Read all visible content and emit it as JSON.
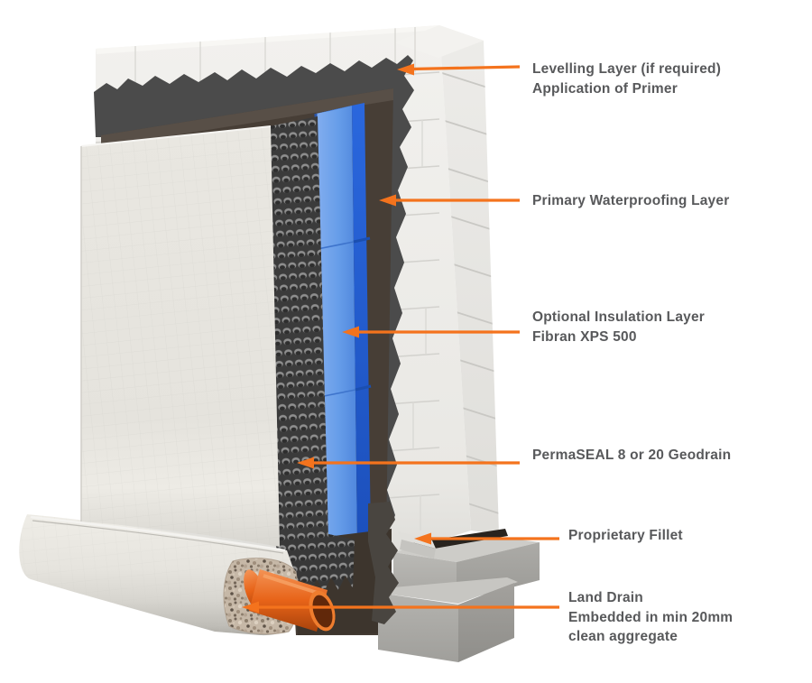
{
  "diagram": {
    "title": "External basement waterproofing system cutaway",
    "background": "#ffffff",
    "accent_color": "#f4731d",
    "label_color": "#58595b",
    "annotations": [
      {
        "id": "levelling-layer",
        "lines": [
          "Levelling Layer (if required)",
          "Application of Primer"
        ]
      },
      {
        "id": "primary-waterproofing",
        "lines": [
          "Primary Waterproofing Layer"
        ]
      },
      {
        "id": "insulation",
        "lines": [
          "Optional Insulation Layer",
          "Fibran XPS 500"
        ]
      },
      {
        "id": "geodrain",
        "lines": [
          "PermaSEAL 8 or 20 Geodrain"
        ]
      },
      {
        "id": "fillet",
        "lines": [
          "Proprietary Fillet"
        ]
      },
      {
        "id": "land-drain",
        "lines": [
          "Land Drain",
          "Embedded in min 20mm",
          "clean aggregate"
        ]
      }
    ],
    "components": {
      "masonry_wall": "#f0efec",
      "levelling_membrane": "#4b4b4b",
      "waterproofing_membrane": "#473e36",
      "insulation_board": "#5c8fdf",
      "geodrain_membrane": "#3b3b3b",
      "protection_sheet": "#e7e5df",
      "aggregate": "#c6b8a7",
      "drain_pipe": "#e3601a",
      "concrete_footing": "#b3b2ae"
    }
  }
}
